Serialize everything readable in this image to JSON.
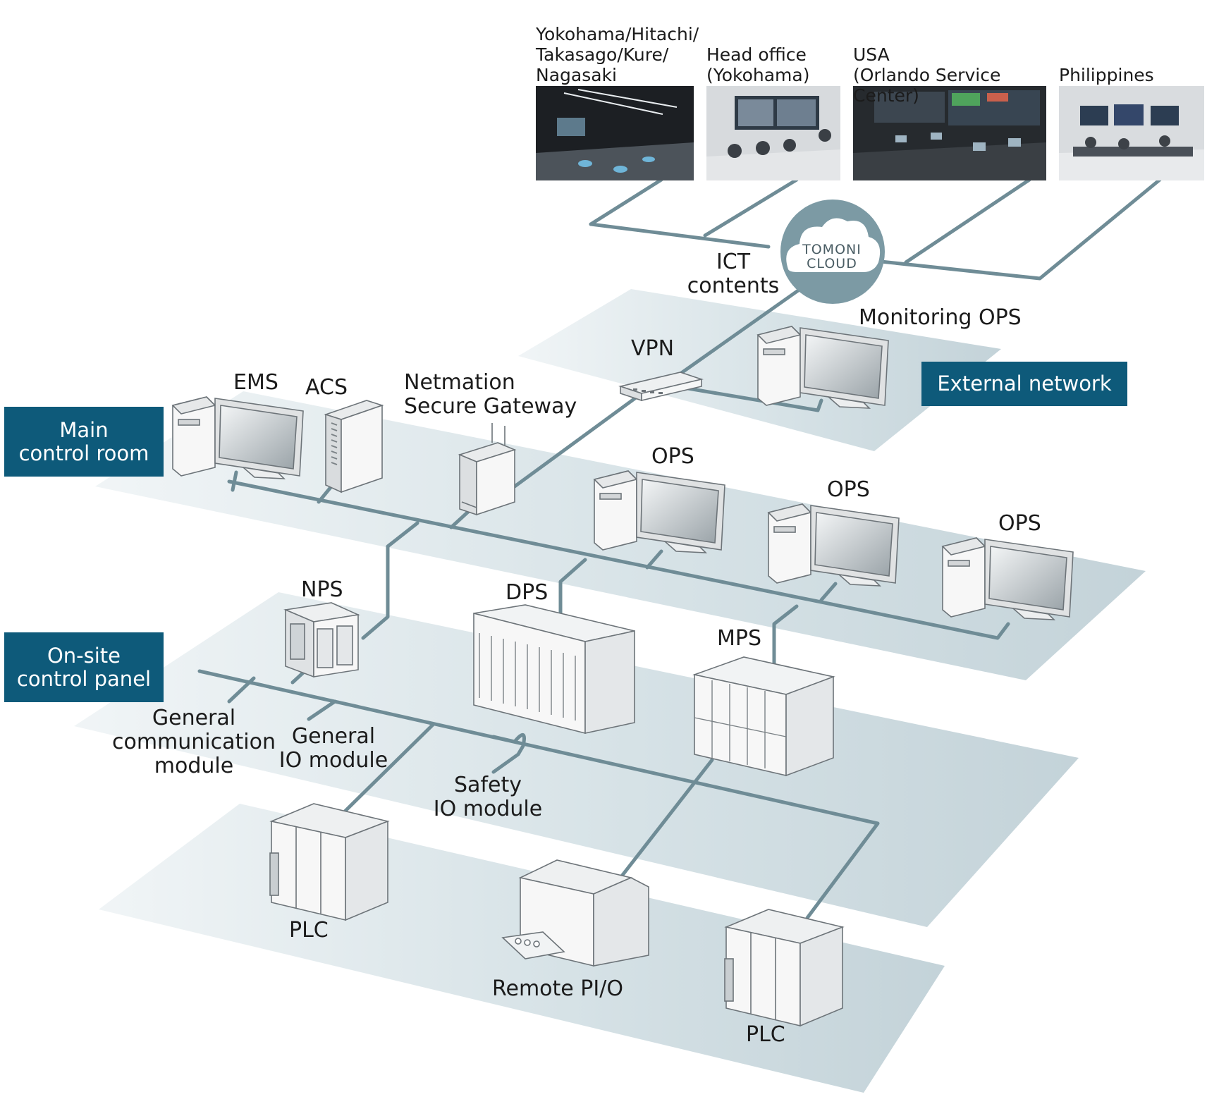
{
  "sites": [
    {
      "label": "Yokohama/Hitachi/\nTakasago/Kure/\nNagasaki",
      "photo": "innovation-room-photo"
    },
    {
      "label": "Head office\n(Yokohama)",
      "photo": "meeting-room-photo"
    },
    {
      "label": "USA\n(Orlando Service Center)",
      "photo": "monitoring-center-photo"
    },
    {
      "label": "Philippines",
      "photo": "operations-room-photo"
    }
  ],
  "cloud": {
    "line1": "TOMONI",
    "line2": "CLOUD"
  },
  "ict_label": "ICT\ncontents",
  "zones": {
    "external": "External network",
    "main": "Main\ncontrol room",
    "onsite": "On-site\ncontrol panel"
  },
  "devices": {
    "monitoring_ops": "Monitoring OPS",
    "vpn": "VPN",
    "ems": "EMS",
    "acs": "ACS",
    "gateway": "Netmation\nSecure Gateway",
    "ops1": "OPS",
    "ops2": "OPS",
    "ops3": "OPS",
    "nps": "NPS",
    "dps": "DPS",
    "mps": "MPS",
    "gen_comm": "General\ncommunication\nmodule",
    "gen_io": "General\nIO module",
    "safety_io": "Safety\nIO module",
    "plc1": "PLC",
    "remote_pio": "Remote PI/O",
    "plc2": "PLC"
  },
  "colors": {
    "zone_badge": "#0e5a7a",
    "network_line": "#6f8c96",
    "plane": "#d9e4e8",
    "cloud": "#7c9aa4"
  }
}
